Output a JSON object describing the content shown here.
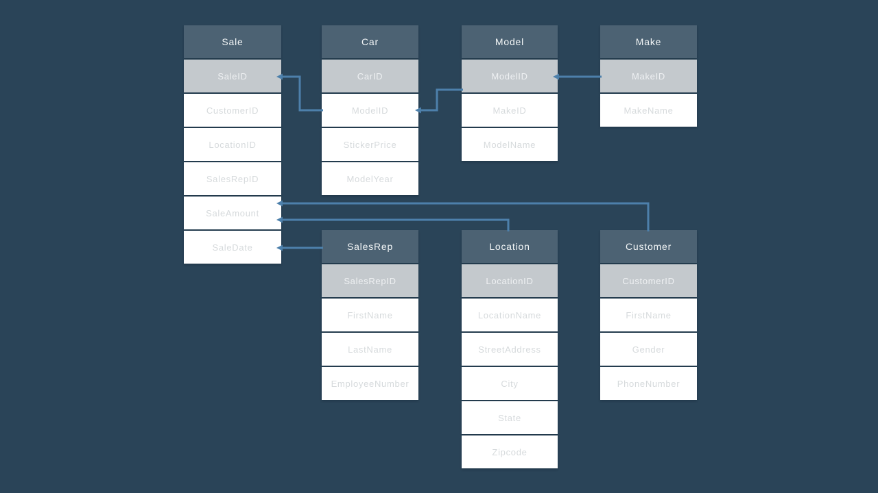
{
  "diagram": {
    "type": "entity-relationship",
    "notation": "table-boxes with primary-key rows highlighted"
  },
  "colors": {
    "background": "#2a4458",
    "table_header_bg": "#4c6273",
    "primary_key_bg": "#c4c9cd",
    "row_bg": "#ffffff",
    "header_text": "#f3f6f7",
    "primary_key_text": "#eff1f3",
    "row_text": "#d6dadc",
    "connector": "#4d80ab"
  },
  "tables": [
    {
      "name": "Sale",
      "fields": [
        {
          "label": "SaleID",
          "pk": true
        },
        {
          "label": "CustomerID",
          "pk": false
        },
        {
          "label": "LocationID",
          "pk": false
        },
        {
          "label": "SalesRepID",
          "pk": false
        },
        {
          "label": "SaleAmount",
          "pk": false
        },
        {
          "label": "SaleDate",
          "pk": false
        }
      ]
    },
    {
      "name": "Car",
      "fields": [
        {
          "label": "CarID",
          "pk": true
        },
        {
          "label": "ModelID",
          "pk": false
        },
        {
          "label": "StickerPrice",
          "pk": false
        },
        {
          "label": "ModelYear",
          "pk": false
        }
      ]
    },
    {
      "name": "Model",
      "fields": [
        {
          "label": "ModelID",
          "pk": true
        },
        {
          "label": "MakeID",
          "pk": false
        },
        {
          "label": "ModelName",
          "pk": false
        }
      ]
    },
    {
      "name": "Make",
      "fields": [
        {
          "label": "MakeID",
          "pk": true
        },
        {
          "label": "MakeName",
          "pk": false
        }
      ]
    },
    {
      "name": "SalesRep",
      "fields": [
        {
          "label": "SalesRepID",
          "pk": true
        },
        {
          "label": "FirstName",
          "pk": false
        },
        {
          "label": "LastName",
          "pk": false
        },
        {
          "label": "EmployeeNumber",
          "pk": false
        }
      ]
    },
    {
      "name": "Location",
      "fields": [
        {
          "label": "LocationID",
          "pk": true
        },
        {
          "label": "LocationName",
          "pk": false
        },
        {
          "label": "StreetAddress",
          "pk": false
        },
        {
          "label": "City",
          "pk": false
        },
        {
          "label": "State",
          "pk": false
        },
        {
          "label": "Zipcode",
          "pk": false
        }
      ]
    },
    {
      "name": "Customer",
      "fields": [
        {
          "label": "CustomerID",
          "pk": true
        },
        {
          "label": "FirstName",
          "pk": false
        },
        {
          "label": "Gender",
          "pk": false
        },
        {
          "label": "PhoneNumber",
          "pk": false
        }
      ]
    }
  ],
  "connectors": [
    {
      "from": "Sale.SaleID",
      "to": "Car.ModelID"
    },
    {
      "from": "Car.ModelID",
      "to": "Model.ModelID"
    },
    {
      "from": "Model.ModelID",
      "to": "Make.MakeID"
    },
    {
      "from": "Sale",
      "to": "Customer"
    },
    {
      "from": "Sale",
      "to": "Location"
    },
    {
      "from": "Sale",
      "to": "SalesRep"
    }
  ]
}
